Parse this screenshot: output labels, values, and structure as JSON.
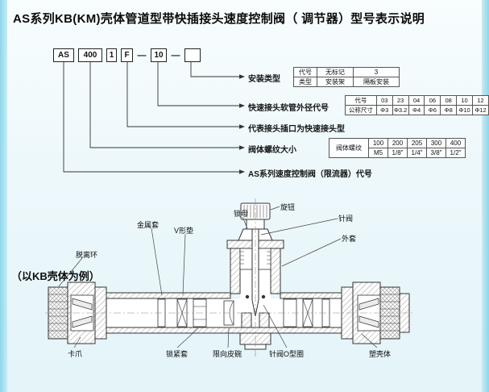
{
  "page": {
    "title": "AS系列KB(KM)壳体管道型带快插接头速度控制阀（ 调节器）型号表示说明",
    "caption": "（以KB壳体为例）"
  },
  "model_code": {
    "series": "AS",
    "body_size": "400",
    "type_digit": "1",
    "fitting": "F",
    "sep1": "—",
    "hose_code": "10",
    "sep2": "—",
    "mount_code": ""
  },
  "callouts": {
    "mount_type": "安装类型",
    "hose_od": "快速接头软管外径代号",
    "fitting_note": "代表接头插口为快速接头型",
    "thread_size": "阀体螺纹大小",
    "series_note": "AS系列速度控制阀（限流器）代号"
  },
  "tables": {
    "mount": {
      "rows": [
        [
          "代号",
          "无标记",
          "3"
        ],
        [
          "类型",
          "安装架",
          "隔板安装"
        ]
      ]
    },
    "hose": {
      "code_label": "代号",
      "size_label": "公称尺寸",
      "codes": [
        "03",
        "23",
        "04",
        "06",
        "08",
        "10",
        "12"
      ],
      "sizes": [
        "Φ3",
        "Φ3.2",
        "Φ4",
        "Φ6",
        "Φ8",
        "Φ10",
        "Φ12"
      ]
    },
    "thread": {
      "header": "阀体螺纹",
      "codes": [
        "100",
        "200",
        "205",
        "300",
        "400"
      ],
      "threads": [
        "M5",
        "1/8\"",
        "1/4\"",
        "3/8\"",
        "1/2\""
      ]
    }
  },
  "drawing": {
    "labels": {
      "metal_sleeve": "金属套",
      "v_gasket": "V形垫",
      "lock_nut": "锁母",
      "knob": "旋钮",
      "needle_valve": "针阀",
      "outer_sleeve": "外套",
      "release_ring": "脱离环",
      "claw": "卡爪",
      "locking_sleeve": "锁紧套",
      "cup_seal": "限向皮碗",
      "o_ring": "针阀O型圈",
      "plastic_shell": "塑壳体"
    }
  }
}
